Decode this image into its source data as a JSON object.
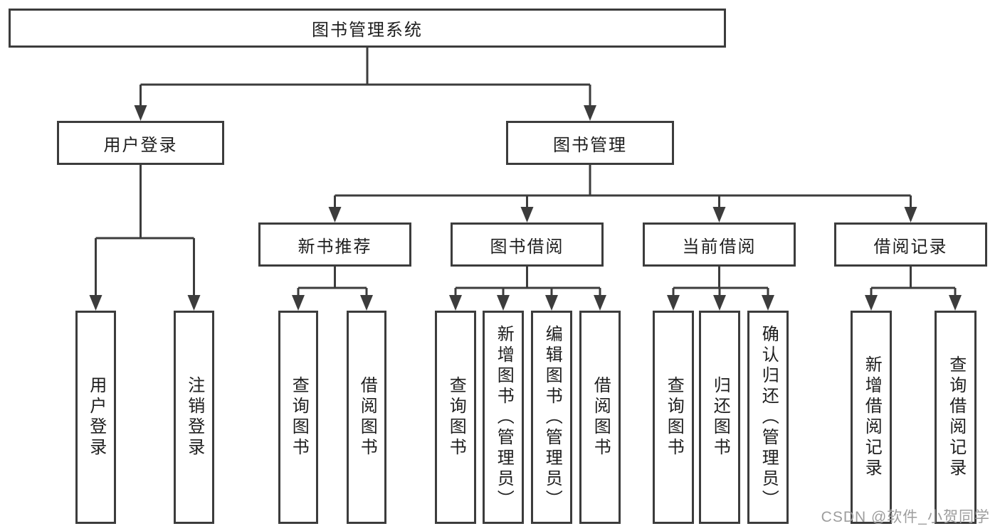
{
  "tree": {
    "root": {
      "label": "图书管理系统",
      "children": [
        {
          "label": "用户登录",
          "children": [
            {
              "label": "用户登录"
            },
            {
              "label": "注销登录"
            }
          ]
        },
        {
          "label": "图书管理",
          "children": [
            {
              "label": "新书推荐",
              "children": [
                {
                  "label": "查询图书"
                },
                {
                  "label": "借阅图书"
                }
              ]
            },
            {
              "label": "图书借阅",
              "children": [
                {
                  "label": "查询图书"
                },
                {
                  "label": "新增图书（管理员）"
                },
                {
                  "label": "编辑图书（管理员）"
                },
                {
                  "label": "借阅图书"
                }
              ]
            },
            {
              "label": "当前借阅",
              "children": [
                {
                  "label": "查询图书"
                },
                {
                  "label": "归还图书"
                },
                {
                  "label": "确认归还（管理员）"
                }
              ]
            },
            {
              "label": "借阅记录",
              "children": [
                {
                  "label": "新增借阅记录"
                },
                {
                  "label": "查询借阅记录"
                }
              ]
            }
          ]
        }
      ]
    }
  },
  "watermark": {
    "text": "CSDN @软件_小贺同学"
  },
  "colors": {
    "line": "#3c3c3c",
    "text": "#1e1e1e",
    "watermark_text": "#9d9d9d",
    "background": "#ffffff"
  }
}
